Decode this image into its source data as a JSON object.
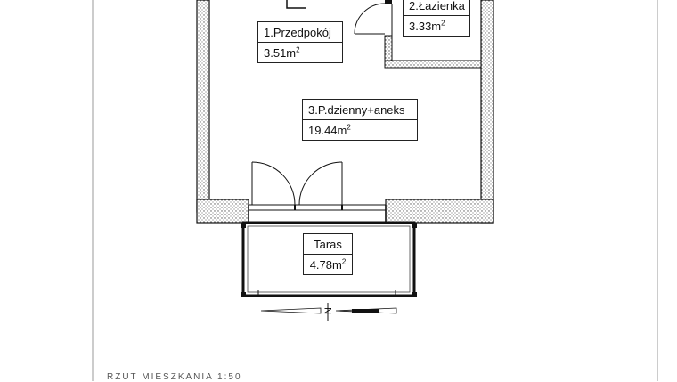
{
  "rooms": [
    {
      "name": "1.Przedpokój",
      "area": "3.51m",
      "unit_sup": "2"
    },
    {
      "name": "2.Łazienka",
      "area": "3.33m",
      "unit_sup": "2"
    },
    {
      "name": "3.P.dzienny+aneks",
      "area": "19.44m",
      "unit_sup": "2"
    },
    {
      "name": "Taras",
      "area": "4.78m",
      "unit_sup": "2"
    }
  ],
  "compass": {
    "label": "N"
  },
  "footer": {
    "text": "RZUT MIESZKANIA 1:50"
  }
}
